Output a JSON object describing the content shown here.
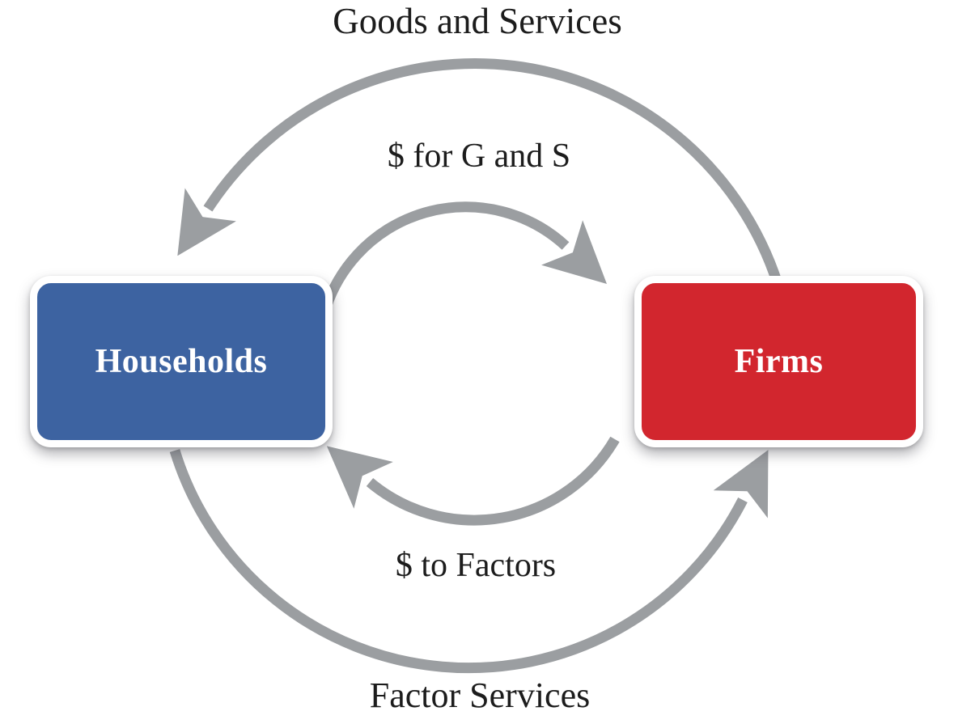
{
  "colors": {
    "households-box": "#3d63a1",
    "firms-box": "#d2262e",
    "arrow": "#9b9ea1",
    "label-text": "#1c1c1c",
    "box-text": "#ffffff",
    "background": "#ffffff"
  },
  "nodes": [
    {
      "label": "Households"
    },
    {
      "label": "Firms"
    }
  ],
  "flows": [
    {
      "label": "Goods and Services",
      "loop": "outer",
      "position": "top",
      "from": "Firms",
      "to": "Households"
    },
    {
      "label": "$ for G and S",
      "loop": "inner",
      "position": "top",
      "from": "Households",
      "to": "Firms"
    },
    {
      "label": "$ to Factors",
      "loop": "inner",
      "position": "bottom",
      "from": "Firms",
      "to": "Households"
    },
    {
      "label": "Factor Services",
      "loop": "outer",
      "position": "bottom",
      "from": "Households",
      "to": "Firms"
    }
  ]
}
